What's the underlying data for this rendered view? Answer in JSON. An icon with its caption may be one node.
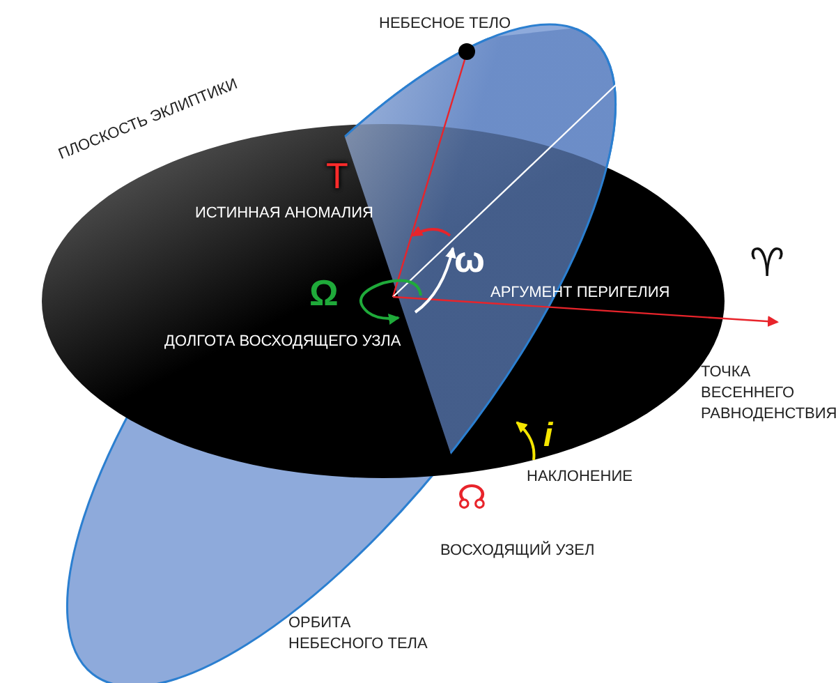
{
  "diagram": {
    "labels": [
      "НЕБЕСНОЕ ТЕЛО",
      "ПЛОСКОСТЬ ЭКЛИПТИКИ",
      "T",
      "ИСТИННАЯ АНОМАЛИЯ",
      "ω",
      "Ω",
      "АРГУМЕНТ ПЕРИГЕЛИЯ",
      "♈",
      "ДОЛГОТА ВОСХОДЯЩЕГО УЗЛА",
      "ТОЧКА ВЕСЕННЕГО РАВНОДЕНСТВИЯ",
      "i",
      "НАКЛОНЕНИЕ",
      "☊",
      "ВОСХОДЯЩИЙ УЗЕЛ",
      "ОРБИТА НЕБЕСНОГО ТЕЛА"
    ]
  }
}
